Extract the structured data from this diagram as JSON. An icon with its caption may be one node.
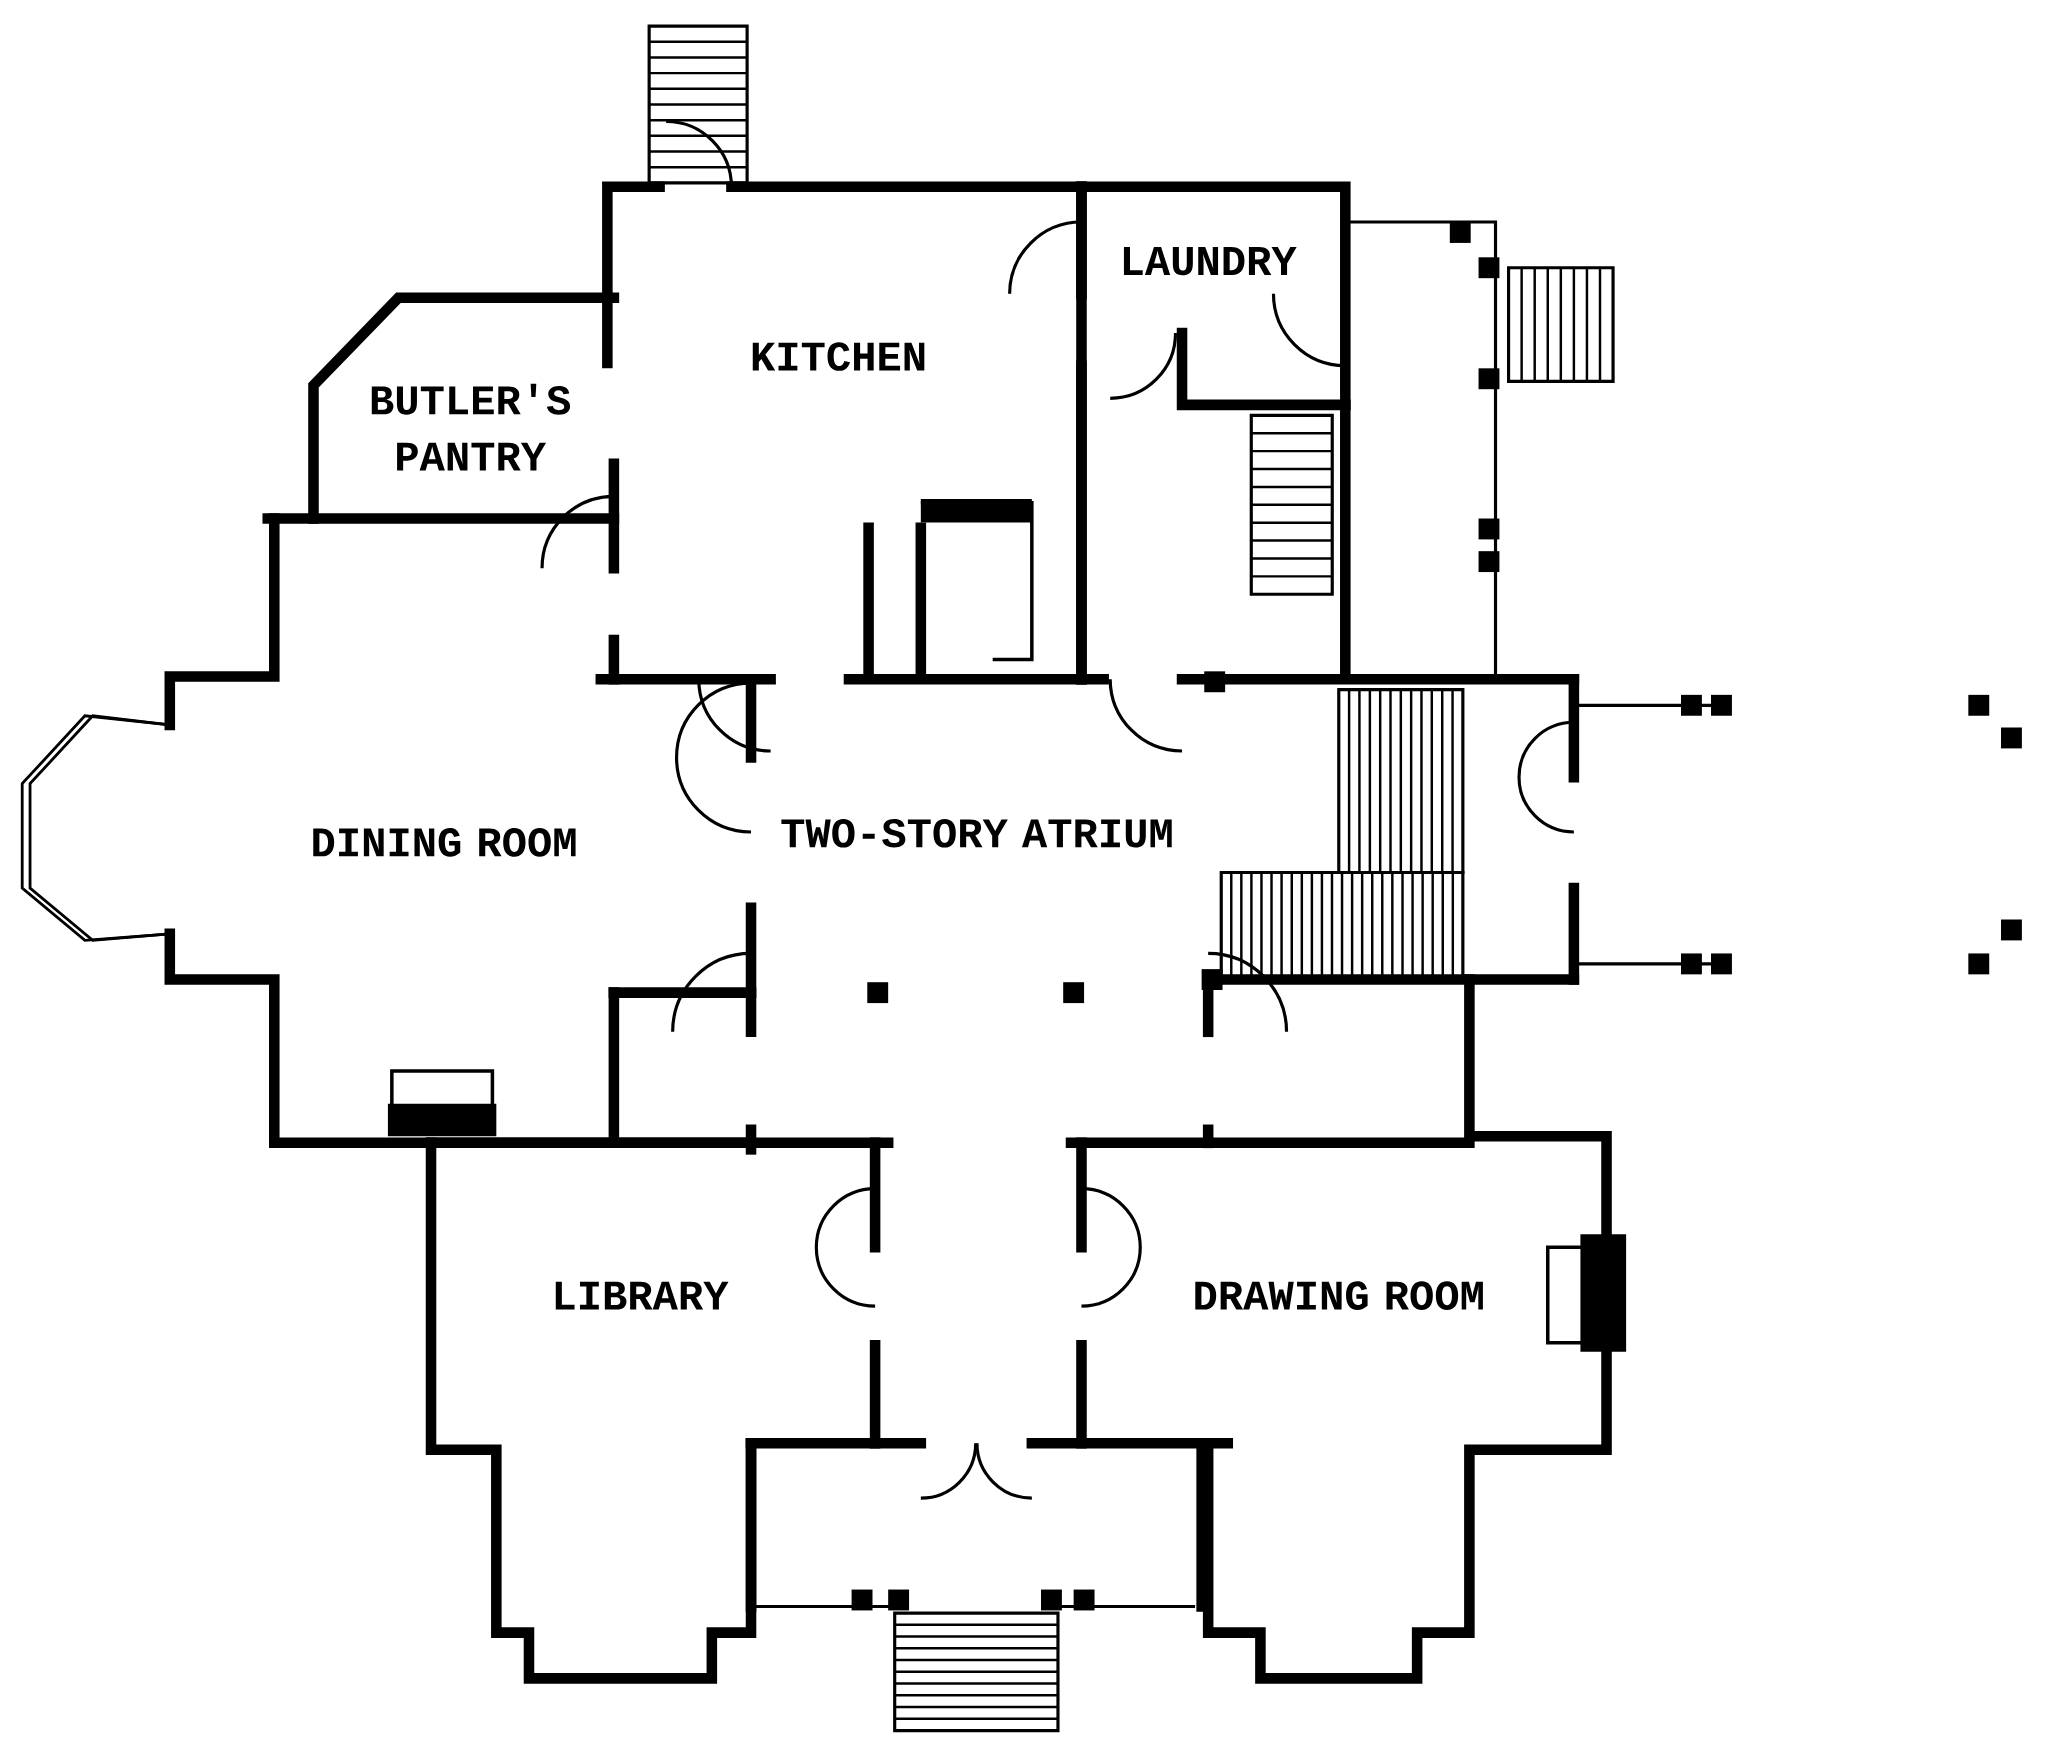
{
  "diagram": {
    "labels": [
      "KITCHEN",
      "LAUNDRY",
      "BUTLER'S PANTRY",
      "DINING ROOM",
      "TWO-STORY ATRIUM",
      "LIBRARY",
      "DRAWING ROOM"
    ]
  }
}
